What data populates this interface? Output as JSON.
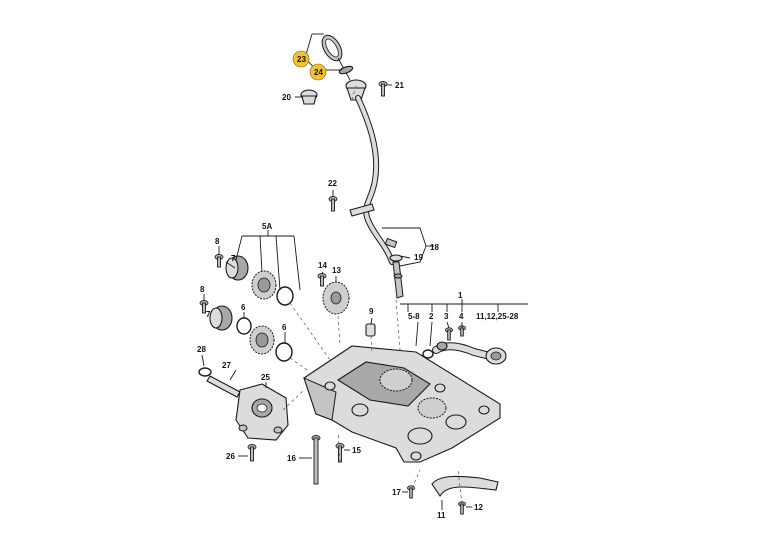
{
  "labels": {
    "l1": "1",
    "l2": "2",
    "l3": "3",
    "l4": "4",
    "l5_8": "5-8",
    "l5a": "5A",
    "l6a": "6",
    "l6b": "6",
    "l7a": "7",
    "l7b": "7",
    "l8a": "8",
    "l8b": "8",
    "l9": "9",
    "l11_28": "11,12,25-28",
    "l11": "11",
    "l12": "12",
    "l13": "13",
    "l14": "14",
    "l15": "15",
    "l16": "16",
    "l17": "17",
    "l18": "18",
    "l19": "19",
    "l20": "20",
    "l21": "21",
    "l22": "22",
    "l23": "23",
    "l24": "24",
    "l25": "25",
    "l26": "26",
    "l27": "27",
    "l28": "28"
  },
  "highlight_color": "#f2c230"
}
